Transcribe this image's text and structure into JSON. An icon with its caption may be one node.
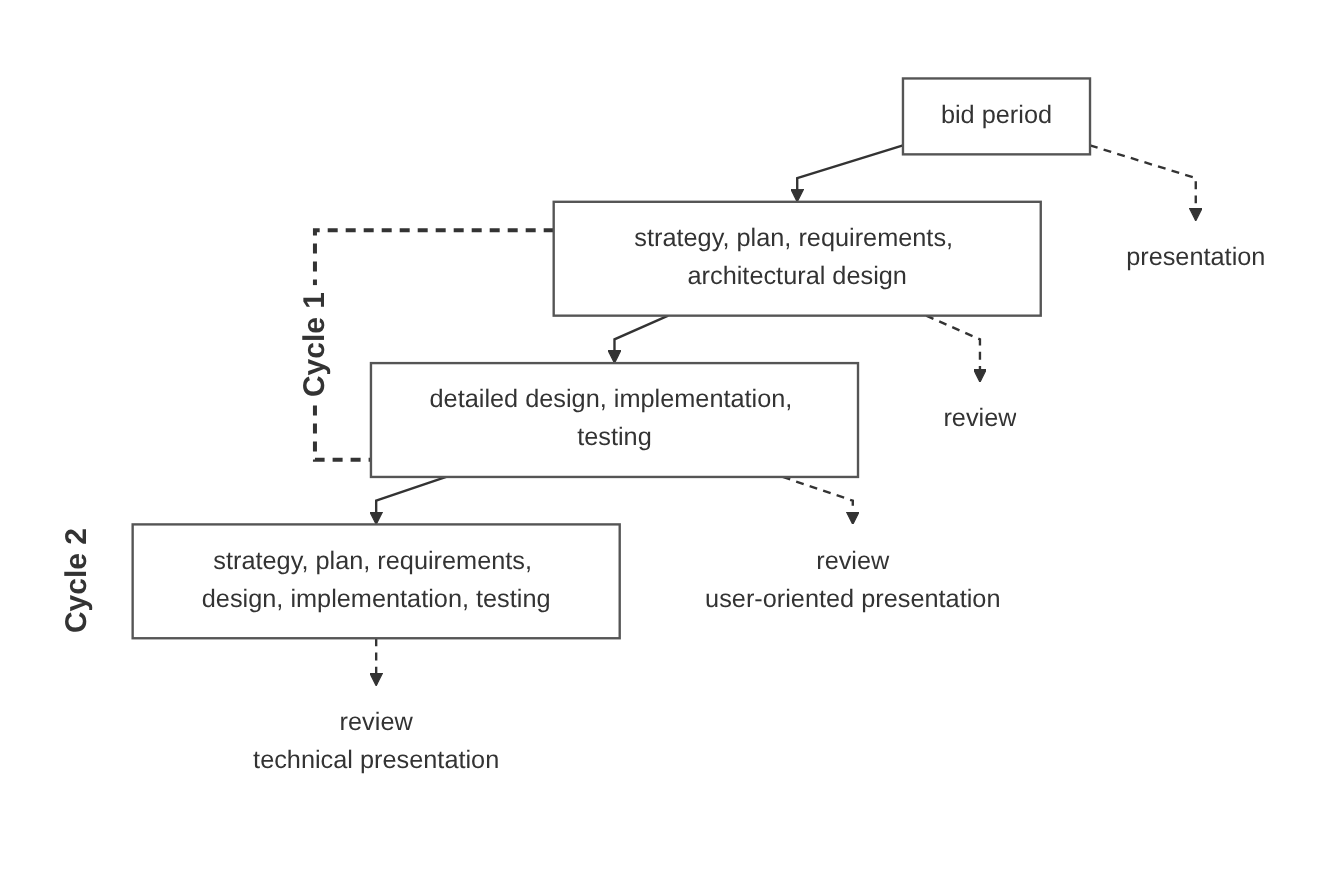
{
  "diagram": {
    "nodes": [
      {
        "text": [
          "bid period"
        ]
      },
      {
        "text": [
          "presentation"
        ]
      },
      {
        "text": [
          "strategy, plan, requirements, architectural design"
        ]
      },
      {
        "text": [
          "review"
        ]
      },
      {
        "text": [
          "detailed design, implementation, testing"
        ]
      },
      {
        "text": [
          "review",
          "user-oriented presentation"
        ]
      },
      {
        "text": [
          "strategy, plan, requirements, design, implementation, testing"
        ]
      },
      {
        "text": [
          "review",
          "technical presentation"
        ]
      }
    ],
    "edges": [
      {
        "from": 0,
        "to": 2,
        "arrow": "to"
      },
      {
        "from": 0,
        "to": 1,
        "arrow": "to",
        "style": "dashed"
      },
      {
        "from": 2,
        "to": 4,
        "arrow": "to"
      },
      {
        "from": 2,
        "to": 3,
        "arrow": "to",
        "style": "dashed"
      },
      {
        "from": 4,
        "to": 6,
        "arrow": "to"
      },
      {
        "from": 4,
        "to": 5,
        "arrow": "to",
        "style": "dashed"
      },
      {
        "from": 6,
        "to": 7,
        "arrow": "to",
        "style": "dashed"
      }
    ],
    "labels": [
      "Cycle 1",
      "Cycle 2"
    ]
  }
}
